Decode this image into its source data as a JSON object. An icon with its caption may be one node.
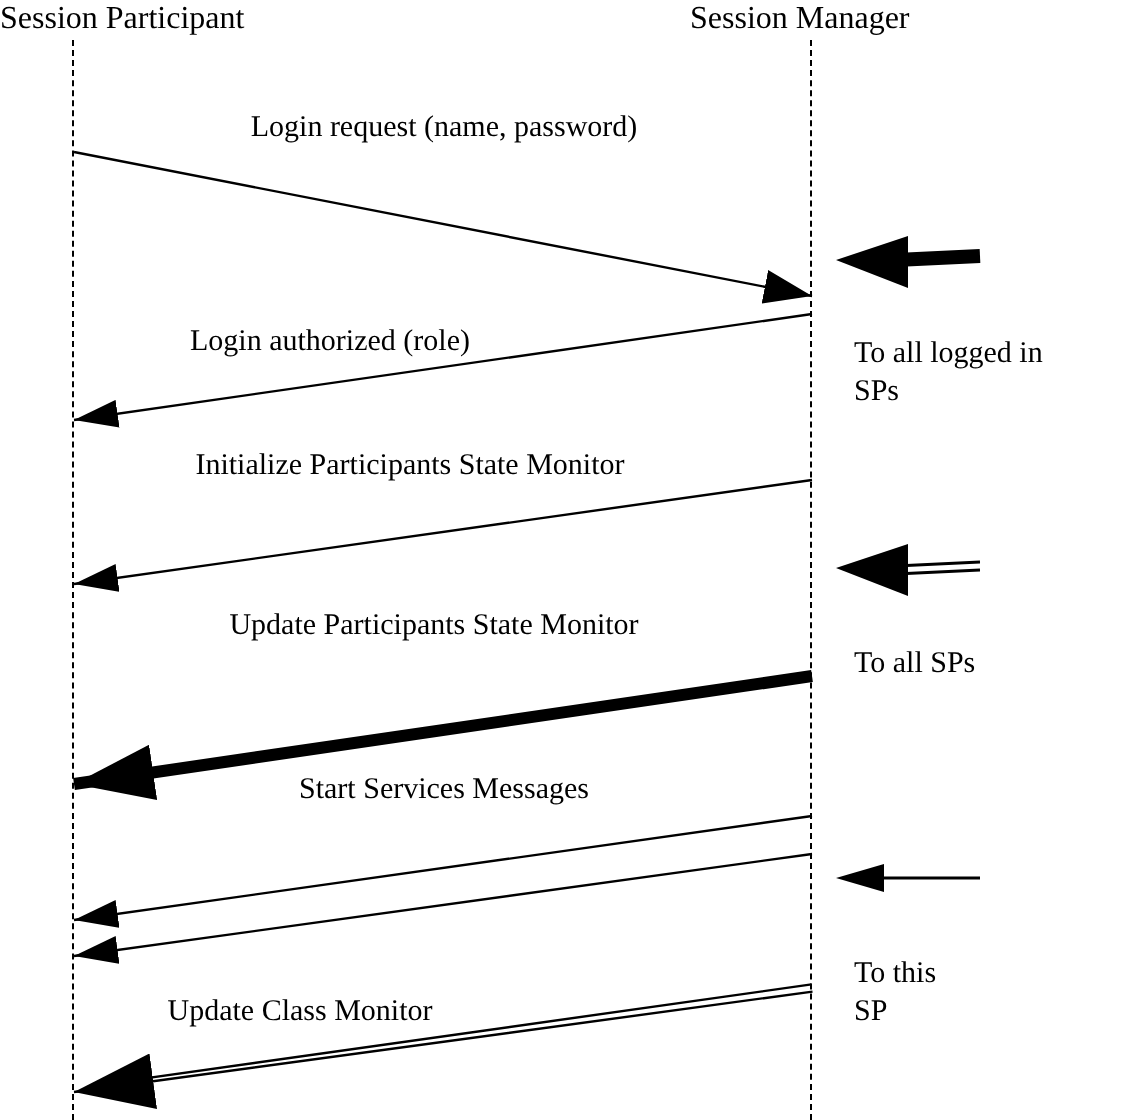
{
  "diagram": {
    "nodes": [
      {
        "text": [
          "Session Participant"
        ]
      },
      {
        "text": [
          "Session Manager"
        ]
      }
    ],
    "edges": [
      {
        "from": 0,
        "to": 1,
        "arrow": "to",
        "label": "Login request (name, password)"
      },
      {
        "from": 1,
        "to": 0,
        "arrow": "to",
        "label": "Login authorized (role)"
      },
      {
        "from": 1,
        "to": 0,
        "arrow": "to",
        "label": "Initialize Participants State Monitor"
      },
      {
        "from": 1,
        "to": 0,
        "arrow": "to",
        "label": "Update Participants State Monitor",
        "style": "thick"
      },
      {
        "from": 1,
        "to": 0,
        "arrow": "to",
        "label": "Start Services Messages"
      },
      {
        "from": 1,
        "to": 0,
        "arrow": "to"
      },
      {
        "from": 1,
        "to": 0,
        "arrow": "to",
        "label": "Update Class Monitor"
      }
    ],
    "legend": [
      {
        "text": "To all logged in SPs"
      },
      {
        "text": "To all SPs"
      },
      {
        "text": "To this SP"
      }
    ]
  }
}
